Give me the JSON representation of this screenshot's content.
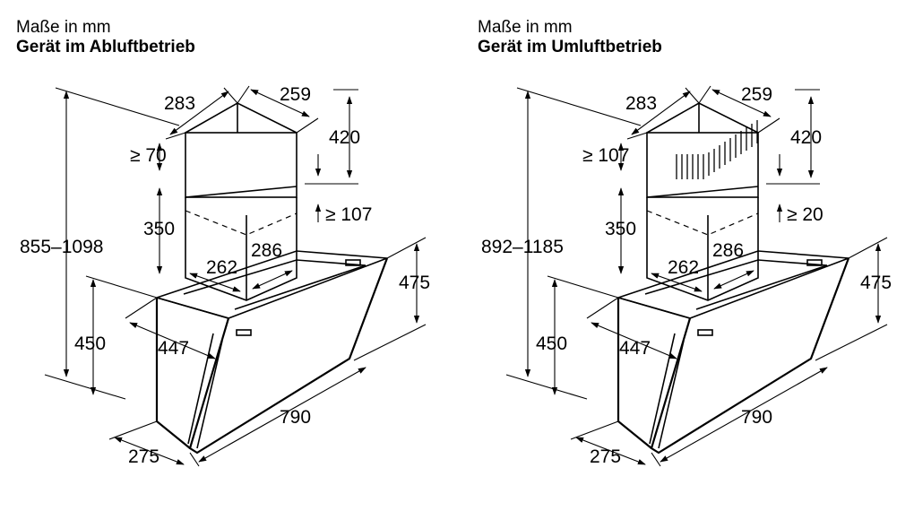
{
  "panels": [
    {
      "subtitle": "Maße in mm",
      "title": "Gerät im Abluftbetrieb",
      "dims": {
        "chimney_depth": "283",
        "chimney_width": "259",
        "upper_height": "420",
        "min_gap_top": "≥ 70",
        "lower_chimney": "350",
        "min_gap_side": "≥ 107",
        "total_height": "855–1098",
        "inner_width": "262",
        "inner_depth": "286",
        "front_height": "475",
        "body_height": "450",
        "depth": "447",
        "width": "790",
        "bottom_depth": "275"
      }
    },
    {
      "subtitle": "Maße in mm",
      "title": "Gerät im Umluftbetrieb",
      "dims": {
        "chimney_depth": "283",
        "chimney_width": "259",
        "upper_height": "420",
        "min_gap_top": "≥ 107",
        "lower_chimney": "350",
        "min_gap_side": "≥ 20",
        "total_height": "892–1185",
        "inner_width": "262",
        "inner_depth": "286",
        "front_height": "475",
        "body_height": "450",
        "depth": "447",
        "width": "790",
        "bottom_depth": "275"
      }
    }
  ]
}
